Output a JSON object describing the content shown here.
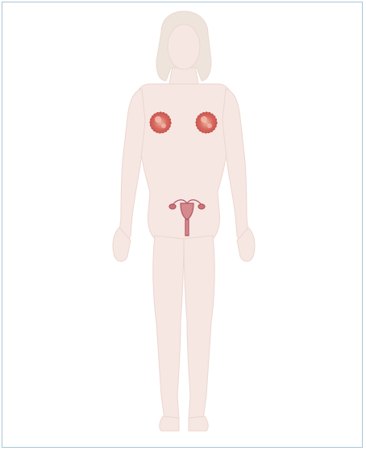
{
  "figure": {
    "subject": "female-anatomy-figure",
    "colors": {
      "frame_border": "#a9c6d8",
      "skin": "#f6e7e2",
      "skin_shadow": "#ecd6cf",
      "hair": "#efe4dc",
      "breast_tissue": "#d0605a",
      "breast_tissue_light": "#e9a394",
      "reproductive_organ": "#c9757a",
      "reproductive_organ_dark": "#b25461"
    },
    "highlighted_organs": [
      "breast-left",
      "breast-right",
      "uterus-and-ovaries"
    ]
  }
}
